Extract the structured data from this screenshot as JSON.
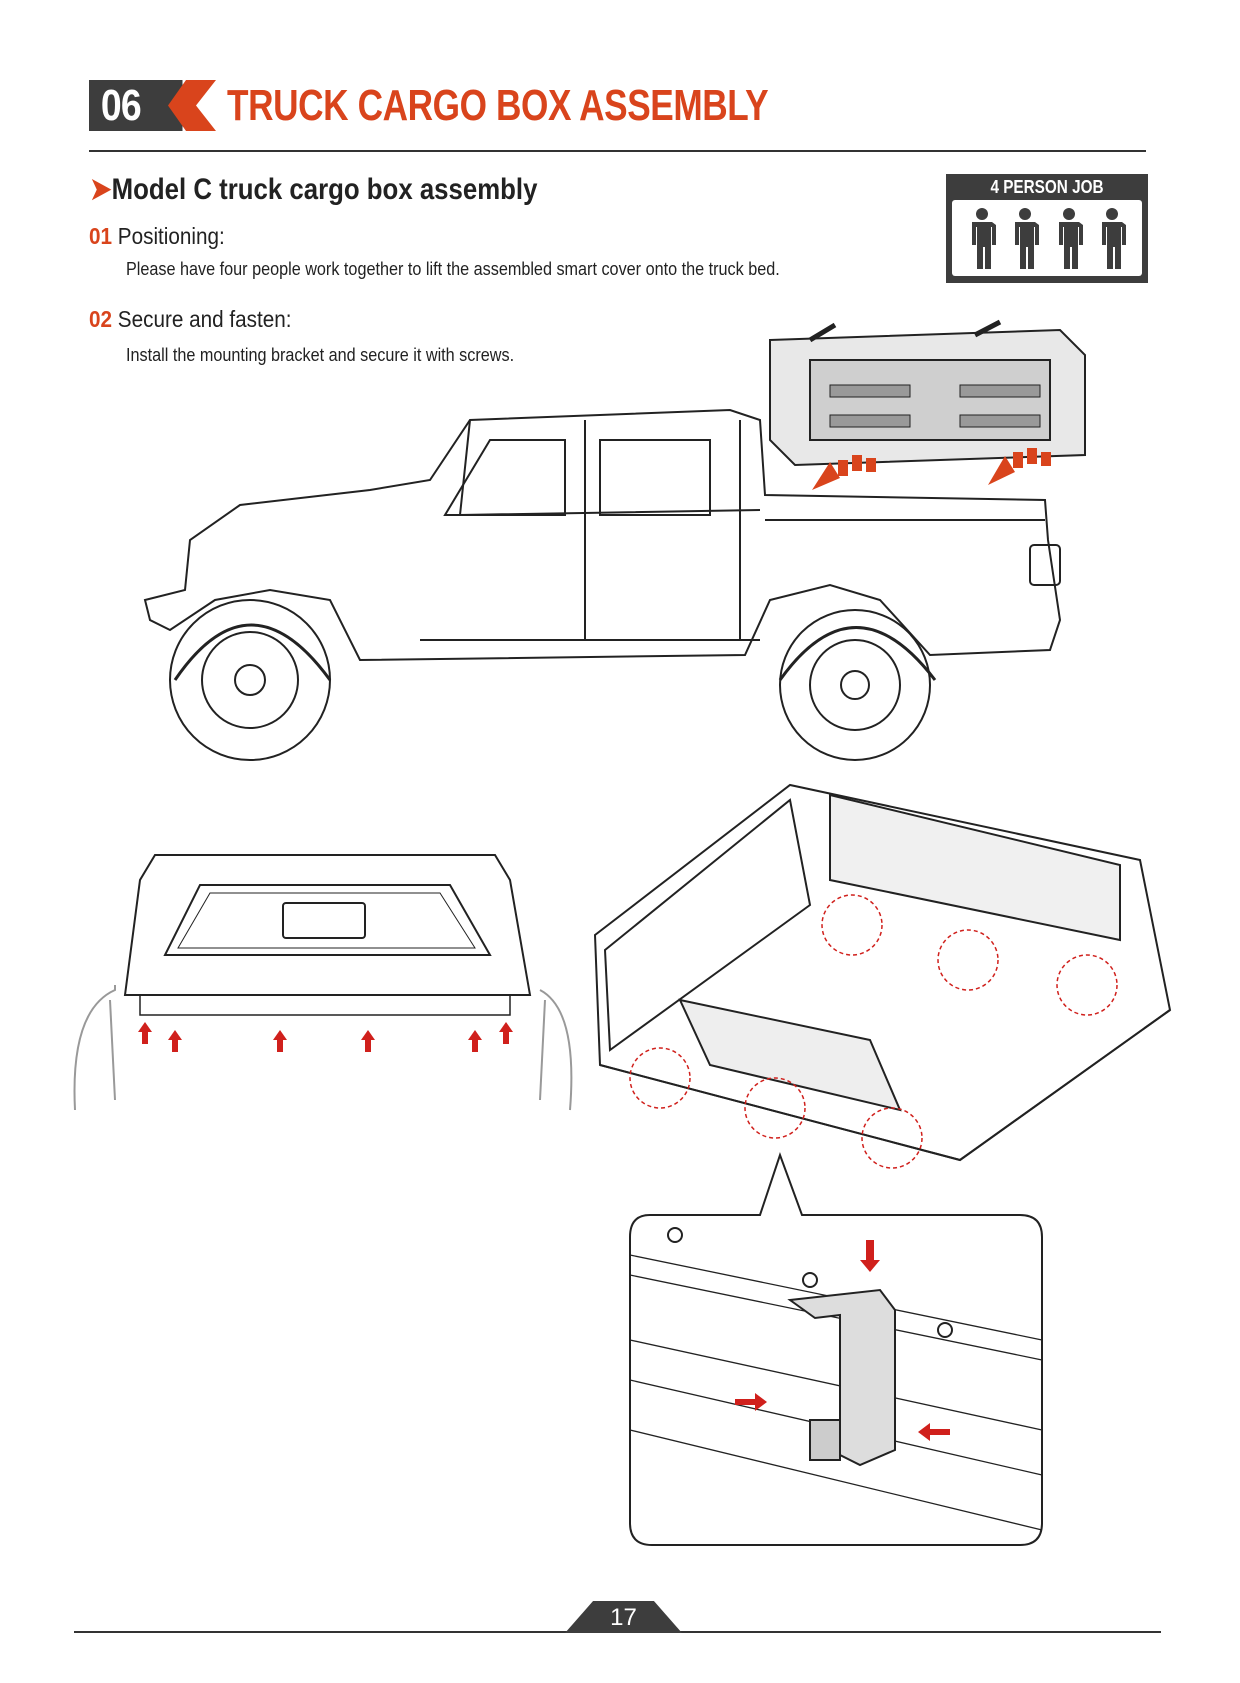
{
  "header": {
    "number": "06",
    "title": "TRUCK CARGO BOX ASSEMBLY"
  },
  "section": {
    "title": "Model C truck cargo box assembly"
  },
  "badge": {
    "label": "4 PERSON JOB",
    "people": 4
  },
  "steps": [
    {
      "num": "01",
      "title": "Positioning:",
      "body": "Please have four people work together to lift the assembled smart cover onto the truck bed."
    },
    {
      "num": "02",
      "title": "Secure and fasten:",
      "body": "Install the mounting bracket and secure it with screws."
    }
  ],
  "colors": {
    "accent": "#d9441c",
    "dark": "#3d3d3d",
    "arrow": "#d0201c"
  },
  "footer": {
    "page": "17"
  }
}
